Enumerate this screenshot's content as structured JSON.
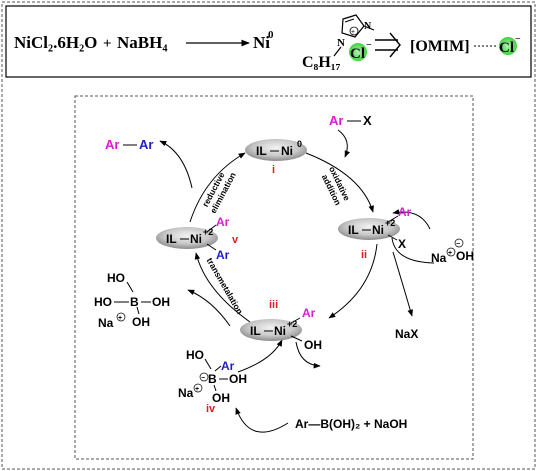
{
  "reaction_top": {
    "reactant1": "NiCl₂.6H₂O",
    "plus": "+",
    "reactant2": "NaBH₄",
    "product": "Ni",
    "product_sup": "0"
  },
  "ionic_liquid": {
    "substituent": "C₈H₁₇",
    "ring_n1": "N",
    "ring_n2": "N",
    "chloride": "Cl",
    "chloride_sup": "−",
    "plus_sign": "+",
    "abbreviation": "[OMIM]",
    "abbr_chloride": "Cl",
    "abbr_chloride_sup": "−"
  },
  "cycle": {
    "aryl": "Ar",
    "halide_x": "X",
    "oh": "OH",
    "il": "IL",
    "ni": "Ni",
    "ox0": "0",
    "ox2": "+2",
    "na": "Na",
    "nax": "NaX",
    "ho": "HO",
    "b": "B",
    "boronic_acid_reagent": "Ar—B(OH)₂ + NaOH",
    "minus": "−",
    "plus": "+",
    "step_reductive": "reductive",
    "step_elimination": "elimination",
    "step_oxidative": "oxidative",
    "step_addition": "addition",
    "step_transmetalation": "transmetalation",
    "roman_i": "i",
    "roman_ii": "ii",
    "roman_iii": "iii",
    "roman_iv": "iv",
    "roman_v": "v"
  },
  "colors": {
    "aryl_magenta": "#d81ed8",
    "aryl_blue": "#1e1ec8",
    "roman_red": "#d81e1e",
    "chloride_highlight": "#33cc33"
  }
}
